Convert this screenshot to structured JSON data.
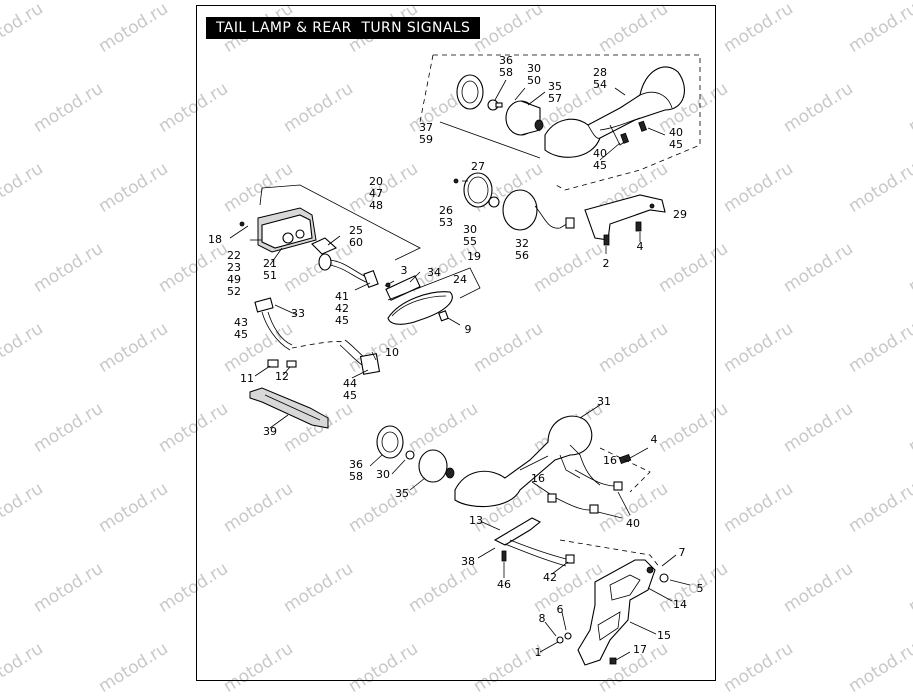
{
  "title": "TAIL LAMP & REAR  TURN SIGNALS",
  "watermark": "motod.ru",
  "callouts": {
    "c36_58a": [
      "36",
      "58"
    ],
    "c30_50": [
      "30",
      "50"
    ],
    "c35_57": [
      "35",
      "57"
    ],
    "c28_54": [
      "28",
      "54"
    ],
    "c37_59": [
      "37",
      "59"
    ],
    "c40_45a": [
      "40",
      "45"
    ],
    "c40_45b": [
      "40",
      "45"
    ],
    "c20_47_48": [
      "20",
      "47",
      "48"
    ],
    "c27": [
      "27"
    ],
    "c26_53": [
      "26",
      "53"
    ],
    "c30_55": [
      "30",
      "55"
    ],
    "c32_56": [
      "32",
      "56"
    ],
    "c29": [
      "29"
    ],
    "c4a": [
      "4"
    ],
    "c2": [
      "2"
    ],
    "c18": [
      "18"
    ],
    "c22_23_49_52": [
      "22",
      "23",
      "49",
      "52"
    ],
    "c25_60": [
      "25",
      "60"
    ],
    "c21_51": [
      "21",
      "51"
    ],
    "c3": [
      "3"
    ],
    "c34": [
      "34"
    ],
    "c19": [
      "19"
    ],
    "c24": [
      "24"
    ],
    "c41_42_45": [
      "41",
      "42",
      "45"
    ],
    "c9": [
      "9"
    ],
    "c43_45": [
      "43",
      "45"
    ],
    "c33": [
      "33"
    ],
    "c10": [
      "10"
    ],
    "c11": [
      "11"
    ],
    "c12": [
      "12"
    ],
    "c44_45": [
      "44",
      "45"
    ],
    "c39": [
      "39"
    ],
    "c31": [
      "31"
    ],
    "c4b": [
      "4"
    ],
    "c16a": [
      "16"
    ],
    "c36_58b": [
      "36",
      "58"
    ],
    "c30": [
      "30"
    ],
    "c35": [
      "35"
    ],
    "c16b": [
      "16"
    ],
    "c40": [
      "40"
    ],
    "c13": [
      "13"
    ],
    "c38": [
      "38"
    ],
    "c46": [
      "46"
    ],
    "c42": [
      "42"
    ],
    "c7": [
      "7"
    ],
    "c5": [
      "5"
    ],
    "c14": [
      "14"
    ],
    "c6": [
      "6"
    ],
    "c8": [
      "8"
    ],
    "c15": [
      "15"
    ],
    "c1": [
      "1"
    ],
    "c17": [
      "17"
    ]
  }
}
